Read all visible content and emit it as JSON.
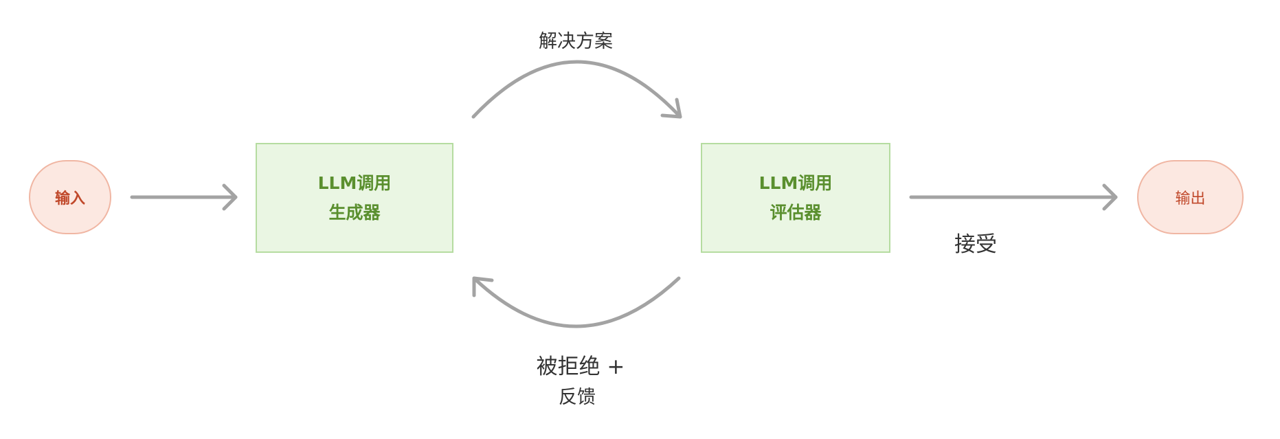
{
  "input": {
    "label": "输入"
  },
  "output": {
    "label": "输出"
  },
  "generator": {
    "line1": "LLM调用",
    "line2": "生成器"
  },
  "evaluator": {
    "line1": "LLM调用",
    "line2": "评估器"
  },
  "edges": {
    "solution": "解决方案",
    "accept": "接受",
    "rejected": "被拒绝 +",
    "feedback": "反馈"
  },
  "colors": {
    "arrow": "#a3a3a3",
    "terminal_fill": "#fce8e1",
    "terminal_border": "#f0b6a3",
    "terminal_text": "#c0482a",
    "llm_fill": "#eaf6e3",
    "llm_border": "#b5dca0",
    "llm_text": "#5a8f2e"
  }
}
